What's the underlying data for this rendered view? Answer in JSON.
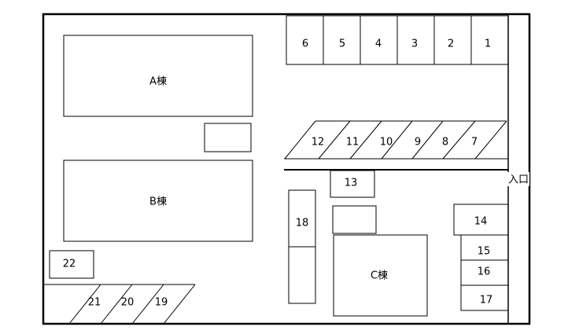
{
  "buildings": {
    "a": "A棟",
    "b": "B棟",
    "c": "C棟"
  },
  "entrance": "入口",
  "spaces": {
    "s1": "1",
    "s2": "2",
    "s3": "3",
    "s4": "4",
    "s5": "5",
    "s6": "6",
    "s7": "7",
    "s8": "8",
    "s9": "9",
    "s10": "10",
    "s11": "11",
    "s12": "12",
    "s13": "13",
    "s14": "14",
    "s15": "15",
    "s16": "16",
    "s17": "17",
    "s18": "18",
    "s19": "19",
    "s20": "20",
    "s21": "21",
    "s22": "22"
  }
}
